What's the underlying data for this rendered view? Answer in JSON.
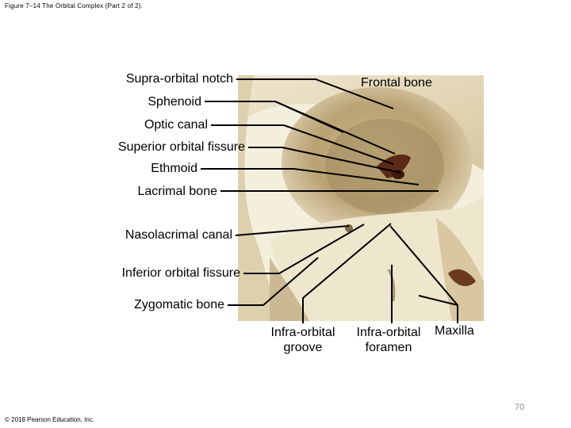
{
  "caption": "Figure 7–14 The Orbital Complex (Part 2 of 2).",
  "labels": {
    "supra_orbital_notch": "Supra-orbital notch",
    "frontal_bone": "Frontal bone",
    "sphenoid": "Sphenoid",
    "optic_canal": "Optic canal",
    "superior_orbital_fissure": "Superior orbital fissure",
    "ethmoid": "Ethmoid",
    "lacrimal_bone": "Lacrimal bone",
    "nasolacrimal_canal": "Nasolacrimal canal",
    "inferior_orbital_fissure": "Inferior orbital fissure",
    "zygomatic_bone": "Zygomatic bone",
    "infra_orbital_groove_1": "Infra-orbital",
    "infra_orbital_groove_2": "groove",
    "infra_orbital_foramen_1": "Infra-orbital",
    "infra_orbital_foramen_2": "foramen",
    "maxilla": "Maxilla"
  },
  "copyright": "© 2018 Pearson Education, Inc.",
  "page_number": "70",
  "colors": {
    "bone_light": "#ece2c8",
    "bone_mid": "#d9c9a2",
    "bone_shadow": "#a8936a",
    "orbit_deep": "#8a7650",
    "fissure": "#5a2a16",
    "page_number": "#8a8a8a"
  }
}
